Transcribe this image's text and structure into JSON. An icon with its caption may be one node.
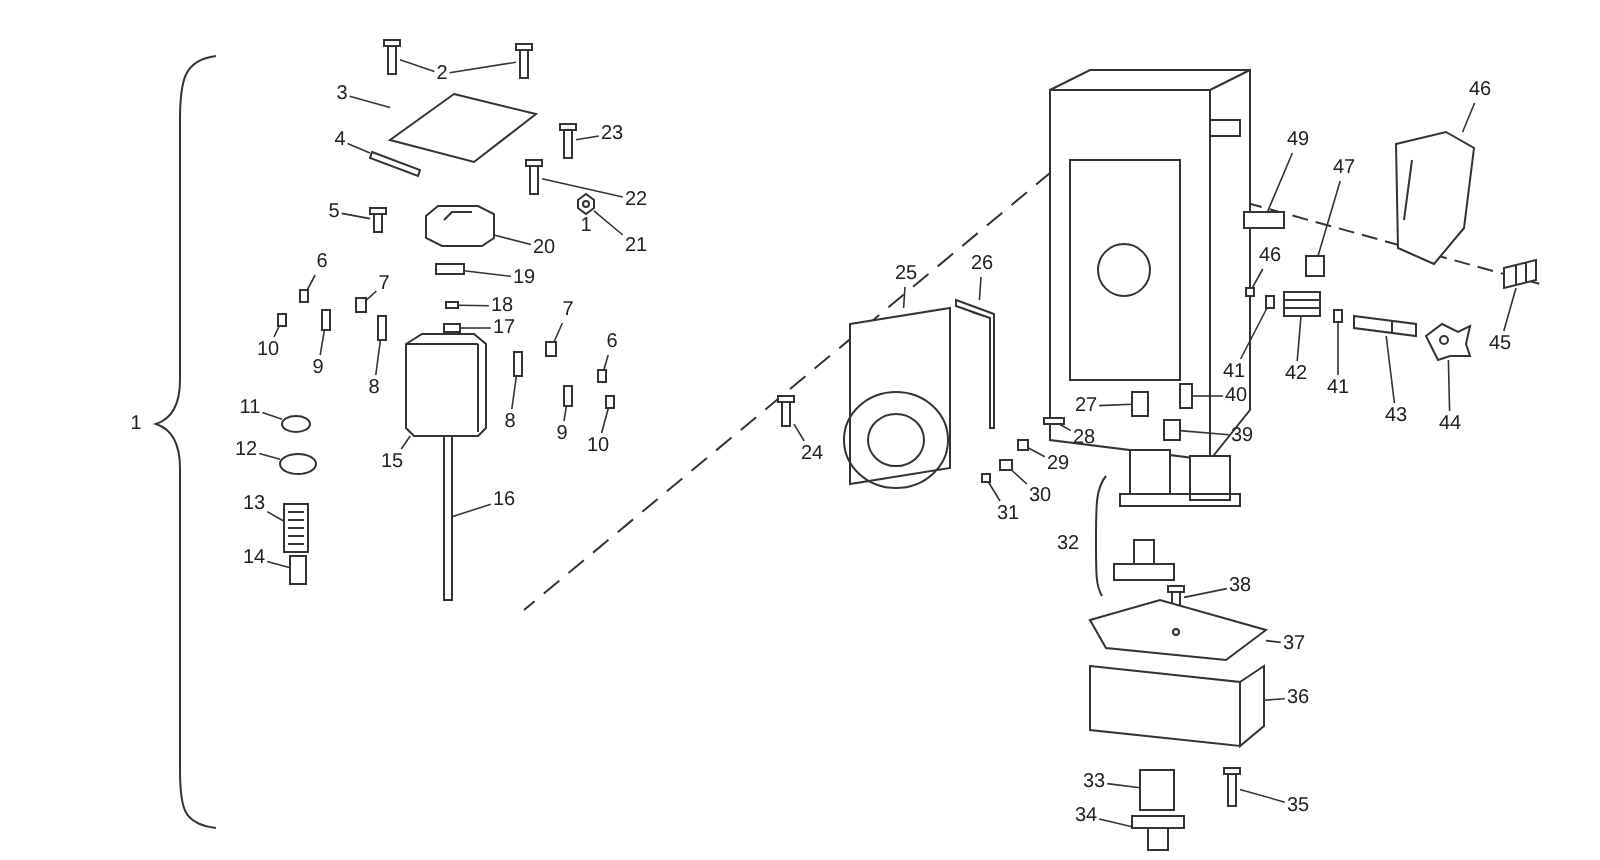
{
  "diagram": {
    "nodes": [
      {
        "text": [
          "2"
        ]
      },
      {
        "text": [
          "3"
        ]
      },
      {
        "text": [
          "4"
        ]
      },
      {
        "text": [
          "23"
        ]
      },
      {
        "text": [
          "22"
        ]
      },
      {
        "text": [
          "5"
        ]
      },
      {
        "text": [
          "20"
        ]
      },
      {
        "text": [
          "21"
        ]
      },
      {
        "text": [
          "19"
        ]
      },
      {
        "text": [
          "6"
        ]
      },
      {
        "text": [
          "7"
        ]
      },
      {
        "text": [
          "18"
        ]
      },
      {
        "text": [
          "7"
        ]
      },
      {
        "text": [
          "17"
        ]
      },
      {
        "text": [
          "6"
        ]
      },
      {
        "text": [
          "10"
        ]
      },
      {
        "text": [
          "9"
        ]
      },
      {
        "text": [
          "8"
        ]
      },
      {
        "text": [
          "11"
        ]
      },
      {
        "text": [
          "8"
        ]
      },
      {
        "text": [
          "9"
        ]
      },
      {
        "text": [
          "10"
        ]
      },
      {
        "text": [
          "12"
        ]
      },
      {
        "text": [
          "15"
        ]
      },
      {
        "text": [
          "16"
        ]
      },
      {
        "text": [
          "13"
        ]
      },
      {
        "text": [
          "14"
        ]
      },
      {
        "text": [
          "46"
        ]
      },
      {
        "text": [
          "49"
        ]
      },
      {
        "text": [
          "47"
        ]
      },
      {
        "text": [
          "46"
        ]
      },
      {
        "text": [
          "26"
        ]
      },
      {
        "text": [
          "25"
        ]
      },
      {
        "text": [
          "45"
        ]
      },
      {
        "text": [
          "41"
        ]
      },
      {
        "text": [
          "42"
        ]
      },
      {
        "text": [
          "41"
        ]
      },
      {
        "text": [
          "40"
        ]
      },
      {
        "text": [
          "27"
        ]
      },
      {
        "text": [
          "43"
        ]
      },
      {
        "text": [
          "44"
        ]
      },
      {
        "text": [
          "39"
        ]
      },
      {
        "text": [
          "28"
        ]
      },
      {
        "text": [
          "24"
        ]
      },
      {
        "text": [
          "29"
        ]
      },
      {
        "text": [
          "30"
        ]
      },
      {
        "text": [
          "31"
        ]
      },
      {
        "text": [
          "38"
        ]
      },
      {
        "text": [
          "37"
        ]
      },
      {
        "text": [
          "36"
        ]
      },
      {
        "text": [
          "33"
        ]
      },
      {
        "text": [
          "35"
        ]
      },
      {
        "text": [
          "34"
        ]
      },
      {
        "text": [],
        "shape": "picture"
      },
      {
        "text": [],
        "shape": "picture"
      },
      {
        "text": [],
        "shape": "box"
      },
      {
        "text": [],
        "shape": "box"
      },
      {
        "text": [],
        "shape": "picture"
      },
      {
        "text": [],
        "shape": "picture"
      },
      {
        "text": [],
        "shape": "picture"
      },
      {
        "text": [],
        "shape": "picture"
      },
      {
        "text": [],
        "shape": "picture"
      },
      {
        "text": [],
        "shape": "box"
      },
      {
        "text": [],
        "shape": "box"
      },
      {
        "text": [],
        "shape": "box"
      },
      {
        "text": [],
        "shape": "box"
      },
      {
        "text": [],
        "shape": "box"
      },
      {
        "text": [],
        "shape": "box"
      },
      {
        "text": [],
        "shape": "box"
      },
      {
        "text": [],
        "shape": "box"
      },
      {
        "text": [],
        "shape": "box"
      },
      {
        "text": [],
        "shape": "box"
      },
      {
        "text": [],
        "shape": "circle"
      },
      {
        "text": [],
        "shape": "box"
      },
      {
        "text": [],
        "shape": "box"
      },
      {
        "text": [],
        "shape": "box"
      },
      {
        "text": [],
        "shape": "circle"
      },
      {
        "text": [],
        "shape": "picture"
      },
      {
        "text": [],
        "shape": "box"
      },
      {
        "text": [],
        "shape": "picture"
      },
      {
        "text": [],
        "shape": "box"
      },
      {
        "text": [],
        "shape": "picture"
      },
      {
        "text": [],
        "shape": "box"
      },
      {
        "text": [],
        "shape": "box"
      },
      {
        "text": [],
        "shape": "box"
      },
      {
        "text": [],
        "shape": "picture"
      },
      {
        "text": [],
        "shape": "picture"
      },
      {
        "text": [],
        "shape": "picture"
      },
      {
        "text": [],
        "shape": "box"
      },
      {
        "text": [],
        "shape": "picture"
      },
      {
        "text": [],
        "shape": "box"
      },
      {
        "text": [],
        "shape": "box"
      },
      {
        "text": [],
        "shape": "box"
      },
      {
        "text": [],
        "shape": "picture"
      },
      {
        "text": [],
        "shape": "picture"
      },
      {
        "text": [],
        "shape": "box"
      },
      {
        "text": [],
        "shape": "box"
      },
      {
        "text": [],
        "shape": "picture"
      },
      {
        "text": [],
        "shape": "box"
      },
      {
        "text": [],
        "shape": "box"
      },
      {
        "text": [],
        "shape": "box"
      },
      {
        "text": [],
        "shape": "picture"
      },
      {
        "text": [],
        "shape": "picture"
      },
      {
        "text": [],
        "shape": "picture"
      },
      {
        "text": [],
        "shape": "box"
      },
      {
        "text": [],
        "shape": "picture"
      },
      {
        "text": [],
        "shape": "picture"
      }
    ],
    "edges": [
      {
        "from": 0,
        "to": 53,
        "arrow": "none"
      },
      {
        "from": 0,
        "to": 54,
        "arrow": "none"
      },
      {
        "from": 1,
        "to": 55,
        "arrow": "none"
      },
      {
        "from": 2,
        "to": 56,
        "arrow": "none"
      },
      {
        "from": 3,
        "to": 57,
        "arrow": "none"
      },
      {
        "from": 4,
        "to": 58,
        "arrow": "none"
      },
      {
        "from": 5,
        "to": 59,
        "arrow": "none"
      },
      {
        "from": 6,
        "to": 60,
        "arrow": "none"
      },
      {
        "from": 7,
        "to": 61,
        "arrow": "none"
      },
      {
        "from": 8,
        "to": 62,
        "arrow": "none"
      },
      {
        "from": 9,
        "to": 63,
        "arrow": "none"
      },
      {
        "from": 10,
        "to": 64,
        "arrow": "none"
      },
      {
        "from": 11,
        "to": 65,
        "arrow": "none"
      },
      {
        "from": 12,
        "to": 66,
        "arrow": "none"
      },
      {
        "from": 13,
        "to": 67,
        "arrow": "none"
      },
      {
        "from": 14,
        "to": 68,
        "arrow": "none"
      },
      {
        "from": 15,
        "to": 69,
        "arrow": "none"
      },
      {
        "from": 16,
        "to": 70,
        "arrow": "none"
      },
      {
        "from": 17,
        "to": 71,
        "arrow": "none"
      },
      {
        "from": 18,
        "to": 72,
        "arrow": "none"
      },
      {
        "from": 19,
        "to": 73,
        "arrow": "none"
      },
      {
        "from": 20,
        "to": 74,
        "arrow": "none"
      },
      {
        "from": 21,
        "to": 75,
        "arrow": "none"
      },
      {
        "from": 22,
        "to": 76,
        "arrow": "none"
      },
      {
        "from": 23,
        "to": 77,
        "arrow": "none"
      },
      {
        "from": 24,
        "to": 78,
        "arrow": "none"
      },
      {
        "from": 25,
        "to": 79,
        "arrow": "none"
      },
      {
        "from": 26,
        "to": 80,
        "arrow": "none"
      },
      {
        "from": 27,
        "to": 81,
        "arrow": "none"
      },
      {
        "from": 28,
        "to": 82,
        "arrow": "none"
      },
      {
        "from": 29,
        "to": 83,
        "arrow": "none"
      },
      {
        "from": 30,
        "to": 84,
        "arrow": "none"
      },
      {
        "from": 31,
        "to": 85,
        "arrow": "none"
      },
      {
        "from": 32,
        "to": 86,
        "arrow": "none"
      },
      {
        "from": 33,
        "to": 87,
        "arrow": "none"
      },
      {
        "from": 34,
        "to": 88,
        "arrow": "none"
      },
      {
        "from": 35,
        "to": 89,
        "arrow": "none"
      },
      {
        "from": 36,
        "to": 90,
        "arrow": "none"
      },
      {
        "from": 37,
        "to": 91,
        "arrow": "none"
      },
      {
        "from": 38,
        "to": 92,
        "arrow": "none"
      },
      {
        "from": 39,
        "to": 93,
        "arrow": "none"
      },
      {
        "from": 40,
        "to": 94,
        "arrow": "none"
      },
      {
        "from": 41,
        "to": 95,
        "arrow": "none"
      },
      {
        "from": 42,
        "to": 96,
        "arrow": "none"
      },
      {
        "from": 43,
        "to": 97,
        "arrow": "none"
      },
      {
        "from": 44,
        "to": 98,
        "arrow": "none"
      },
      {
        "from": 45,
        "to": 99,
        "arrow": "none"
      },
      {
        "from": 46,
        "to": 100,
        "arrow": "none"
      },
      {
        "from": 47,
        "to": 101,
        "arrow": "none"
      },
      {
        "from": 48,
        "to": 102,
        "arrow": "none"
      },
      {
        "from": 49,
        "to": 103,
        "arrow": "none"
      },
      {
        "from": 50,
        "to": 104,
        "arrow": "none"
      },
      {
        "from": 51,
        "to": 105,
        "arrow": "none"
      },
      {
        "from": 52,
        "to": 106,
        "arrow": "none"
      }
    ],
    "labels": [
      "1",
      "1",
      "32"
    ]
  }
}
